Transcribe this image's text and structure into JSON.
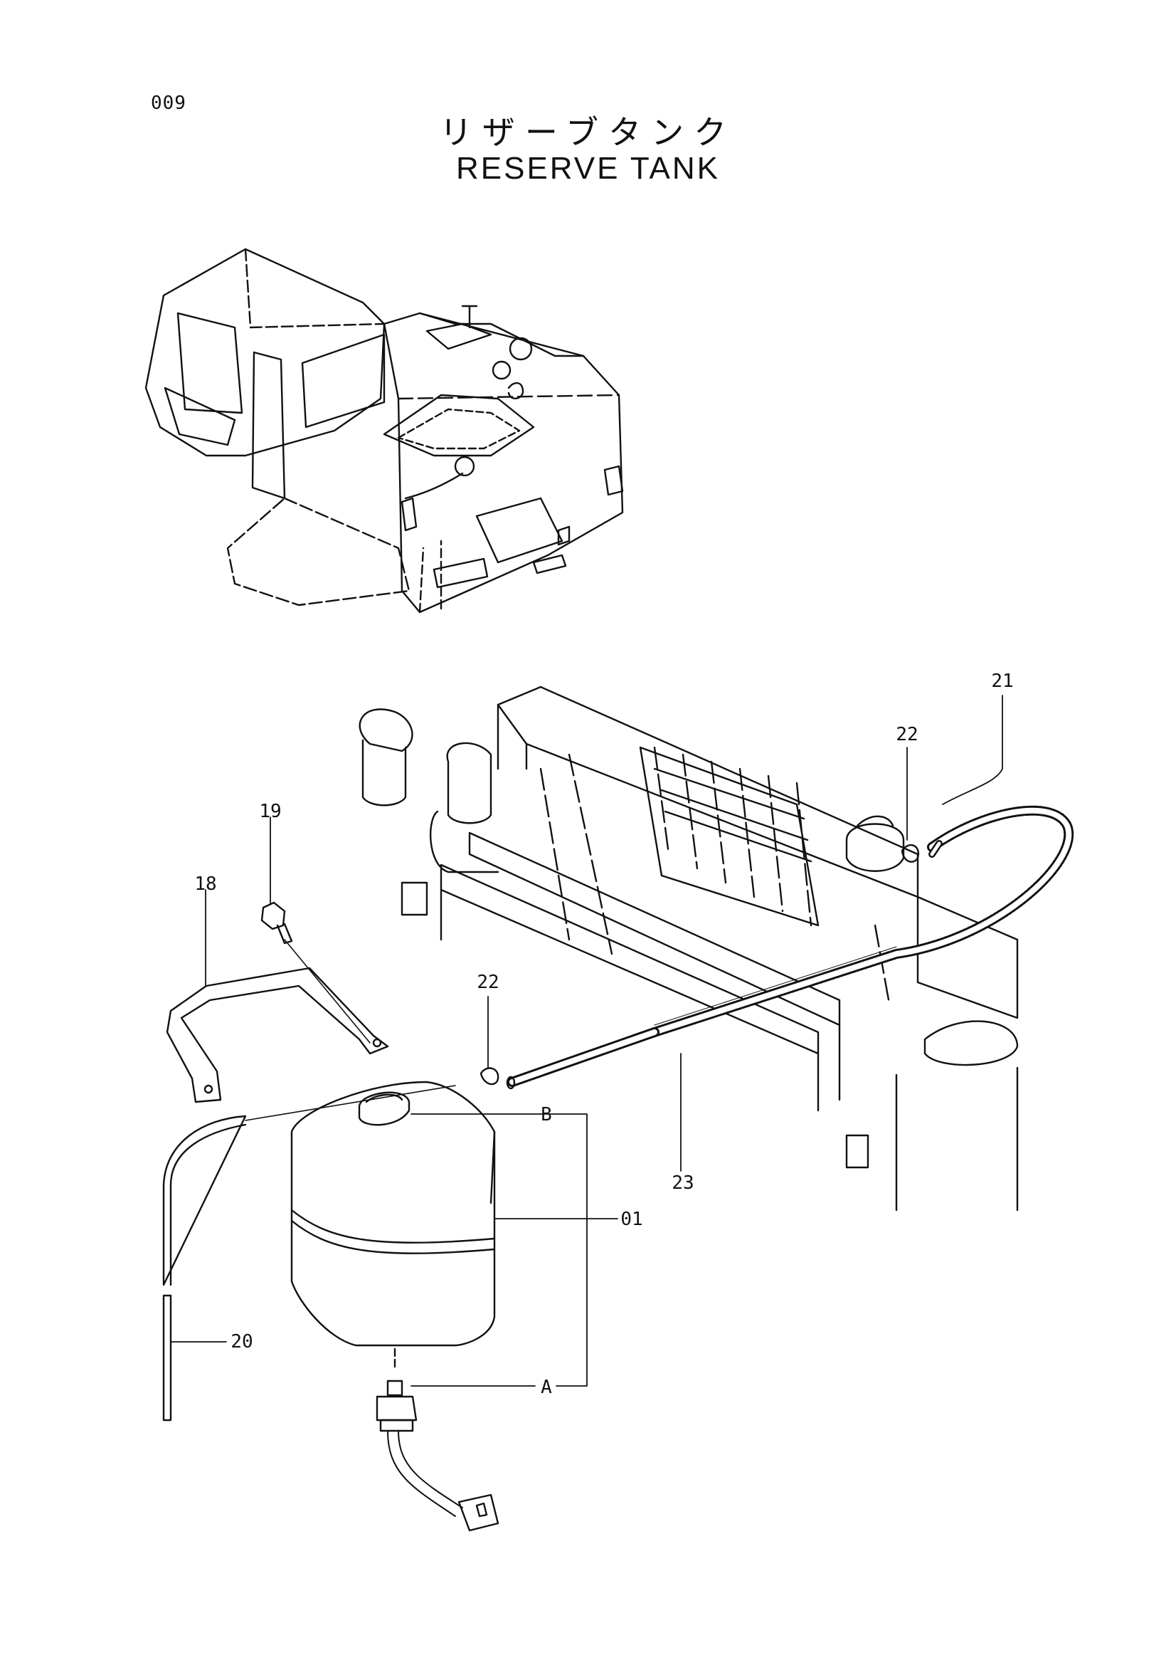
{
  "page_number": "009",
  "title_jp": "リザーブタンク",
  "title_en": "RESERVE TANK",
  "callouts": {
    "c01": "01",
    "c18": "18",
    "c19": "19",
    "c20": "20",
    "c21": "21",
    "c22a": "22",
    "c22b": "22",
    "c23": "23",
    "cA": "A",
    "cB": "B"
  }
}
